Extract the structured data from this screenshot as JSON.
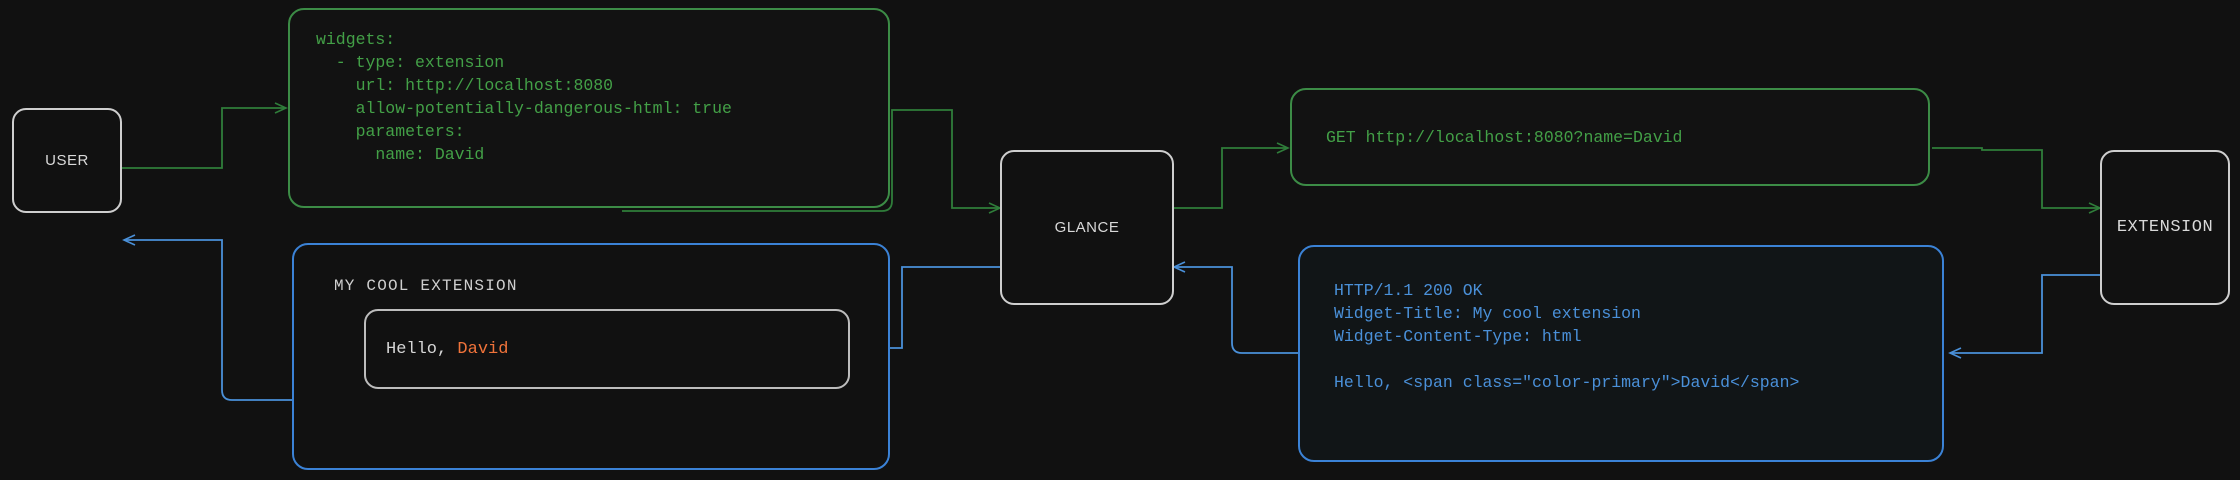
{
  "theme": {
    "background": "#111111",
    "node_border": "#cfcfcf",
    "node_text": "#d9d9d9",
    "request_color": "#43a047",
    "response_color": "#4a90d9",
    "accent_color": "#f0733a"
  },
  "nodes": {
    "user": {
      "label": "USER"
    },
    "glance": {
      "label": "GLANCE"
    },
    "extension": {
      "label": "EXTENSION"
    }
  },
  "config_box": {
    "name": "glance-yaml-config",
    "lines": [
      "widgets:",
      "  - type: extension",
      "    url: http://localhost:8080",
      "    allow-potentially-dangerous-html: true",
      "    parameters:",
      "      name: David"
    ]
  },
  "request_box": {
    "name": "http-get-request",
    "lines": [
      "GET http://localhost:8080?name=David"
    ]
  },
  "response_box": {
    "name": "http-response",
    "lines": [
      "HTTP/1.1 200 OK",
      "Widget-Title: My cool extension",
      "Widget-Content-Type: html",
      "",
      "Hello, <span class=\"color-primary\">David</span>"
    ]
  },
  "rendered_widget": {
    "name": "rendered-extension-widget",
    "title": "MY COOL EXTENSION",
    "body_prefix": "Hello, ",
    "body_accent": "David"
  },
  "edges": [
    {
      "name": "user-to-config",
      "color": "#3c8c46",
      "direction": "right"
    },
    {
      "name": "config-to-glance",
      "color": "#3c8c46",
      "direction": "right"
    },
    {
      "name": "glance-to-request",
      "color": "#3c8c46",
      "direction": "right"
    },
    {
      "name": "request-to-extension",
      "color": "#3c8c46",
      "direction": "right"
    },
    {
      "name": "extension-to-response",
      "color": "#4a90d9",
      "direction": "left"
    },
    {
      "name": "response-to-glance",
      "color": "#4a90d9",
      "direction": "left"
    },
    {
      "name": "glance-to-widget",
      "color": "#4a90d9",
      "direction": "left"
    },
    {
      "name": "widget-to-user",
      "color": "#4a90d9",
      "direction": "left"
    }
  ]
}
